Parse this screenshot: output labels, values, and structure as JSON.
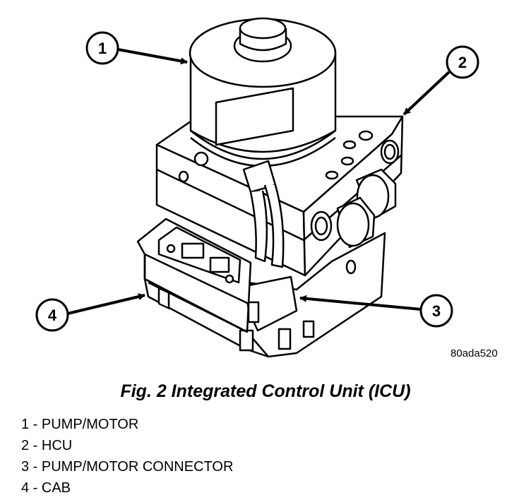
{
  "diagram": {
    "callouts": [
      {
        "num": "1"
      },
      {
        "num": "2"
      },
      {
        "num": "3"
      },
      {
        "num": "4"
      }
    ],
    "image_code": "80ada520"
  },
  "caption": "Fig. 2 Integrated Control Unit (ICU)",
  "legend": [
    "1 - PUMP/MOTOR",
    "2 - HCU",
    "3 - PUMP/MOTOR CONNECTOR",
    "4 - CAB"
  ]
}
